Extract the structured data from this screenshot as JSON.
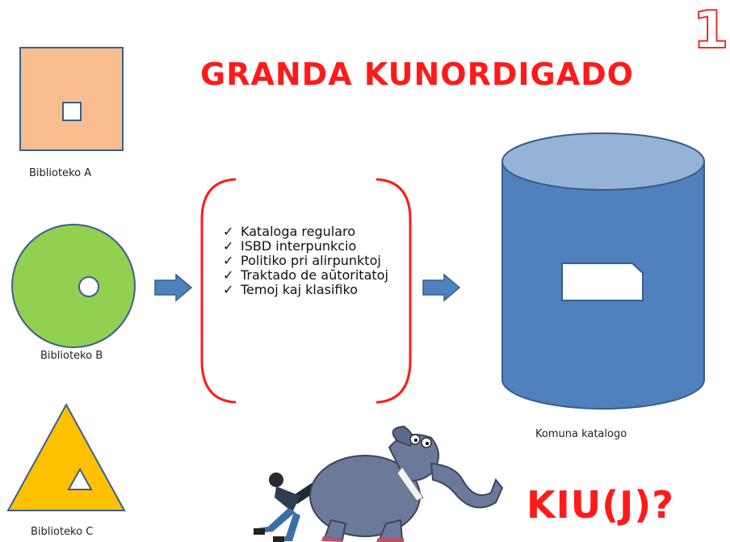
{
  "title": "GRANDA KUNORDIGADO",
  "slide_number": "1",
  "libraries": [
    {
      "label": "Biblioteko A",
      "shape": "square",
      "color": "#f9be90"
    },
    {
      "label": "Biblioteko B",
      "shape": "circle",
      "color": "#92d050"
    },
    {
      "label": "Biblioteko C",
      "shape": "triangle",
      "color": "#ffc000"
    }
  ],
  "rules": {
    "check_glyph": "✓",
    "items": [
      "Kataloga regularo",
      "ISBD interpunkcio",
      "Politiko pri alirpunktoj",
      "Traktado de aŭtoritatoj",
      "Temoj kaj klasifiko"
    ]
  },
  "catalog": {
    "label": "Komuna katalogo",
    "color": "#4f81bd"
  },
  "question": "KIU(J)?",
  "colors": {
    "accent": "#ff1a1a",
    "arrow": "#4f81bd",
    "bracket": "#ff1a1a"
  },
  "icons": {
    "arrow": "right-arrow-icon",
    "illustration": "person-pushing-elephant"
  }
}
